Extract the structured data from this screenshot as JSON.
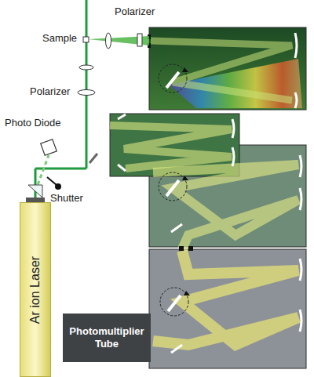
{
  "diagram": {
    "nodes": [
      {
        "text": [
          "Ar ion Laser"
        ]
      },
      {
        "text": [
          "Photomultiplier Tube"
        ]
      }
    ],
    "labels": [
      "Polarizer",
      "Sample",
      "Polarizer",
      "Photo Diode",
      "Shutter"
    ]
  }
}
